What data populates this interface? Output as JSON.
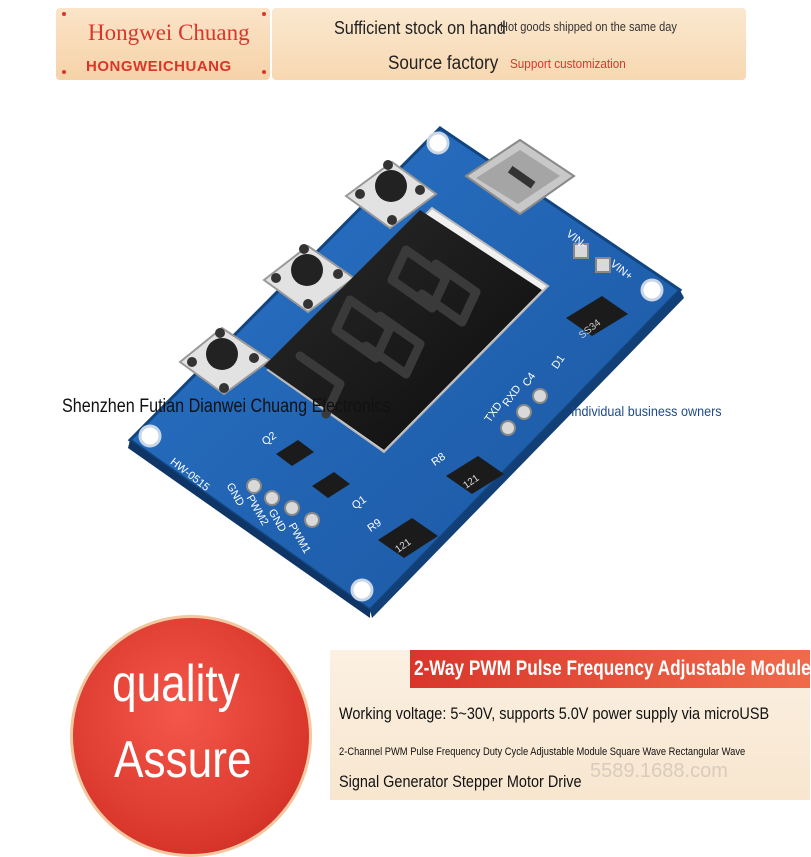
{
  "banner": {
    "brand_name": "Hongwei Chuang",
    "brand_caps": "HONGWEICHUANG",
    "line1": "Sufficient stock on hand",
    "line2": "Hot goods shipped on the same day",
    "line3": "Source factory",
    "line4": "Support customization"
  },
  "overlay": {
    "company": "Shenzhen Futian Dianwei Chuang Electronics",
    "business": "Individual business owners"
  },
  "badge": {
    "word1": "quality",
    "word2": "Assure"
  },
  "product": {
    "title": "2-Way PWM Pulse Frequency Adjustable Module",
    "voltage": "Working voltage: 5~30V, supports 5.0V power supply via microUSB",
    "desc1": "2-Channel PWM Pulse Frequency Duty Cycle Adjustable Module Square Wave Rectangular Wave",
    "desc2": "Signal Generator Stepper Motor Drive"
  },
  "board_labels": {
    "model": "HW-0515",
    "vin_minus": "VIN-",
    "vin_plus": "VIN+",
    "r8": "R8",
    "r9": "R9",
    "r8_code": "121",
    "r9_code": "121",
    "q1": "Q1",
    "q2": "Q2",
    "d1": "D1",
    "c4": "C4",
    "ss34": "SS34",
    "gnd1": "GND",
    "gnd2": "GND",
    "pwm1": "PWM1",
    "pwm2": "PWM2",
    "rxd": "RXD",
    "txd": "TXD"
  },
  "watermark": "5589.1688.com",
  "colors": {
    "brand_red": "#d9362b",
    "pcb_blue": "#1d5fb0",
    "banner_bg": "#f7d8b2"
  }
}
